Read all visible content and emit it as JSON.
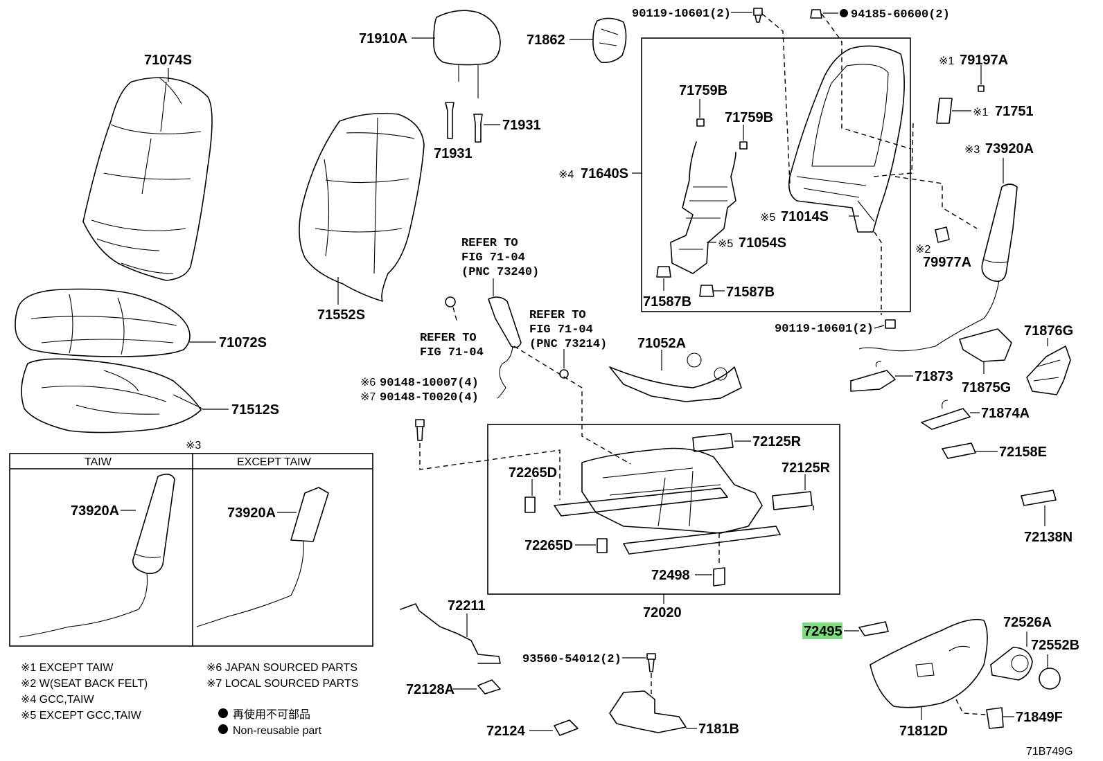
{
  "diagram_id": "71B749G",
  "highlighted_part": "72495",
  "labels": {
    "p71074S": "71074S",
    "p71072S": "71072S",
    "p71512S": "71512S",
    "p71910A": "71910A",
    "p71931a": "71931",
    "p71931b": "71931",
    "p71552S": "71552S",
    "p71862": "71862",
    "p90119a": "90119-10601(2)",
    "p94185": "94185-60600(2)",
    "p71759Ba": "71759B",
    "p71759Bb": "71759B",
    "p71640S": "71640S",
    "p71054S": "71054S",
    "p71587Ba": "71587B",
    "p71587Bb": "71587B",
    "p71014S": "71014S",
    "p79197A": "79197A",
    "p71751": "71751",
    "p73920A": "73920A",
    "p79977A": "79977A",
    "p90119b": "90119-10601(2)",
    "p71876G": "71876G",
    "p71873": "71873",
    "p71875G": "71875G",
    "p71874A": "71874A",
    "p72158E": "72158E",
    "p72138N": "72138N",
    "p71052A": "71052A",
    "p72125Ra": "72125R",
    "p72125Rb": "72125R",
    "p72265Da": "72265D",
    "p72265Db": "72265D",
    "p72498": "72498",
    "p72020": "72020",
    "p90148a": "90148-10007(4)",
    "p90148b": "90148-T0020(4)",
    "p72211": "72211",
    "p72128A": "72128A",
    "p72124": "72124",
    "p93560": "93560-54012(2)",
    "p7181B": "7181B",
    "p72495": "72495",
    "p72526A": "72526A",
    "p72552B": "72552B",
    "p71812D": "71812D",
    "p71849F": "71849F",
    "p73920A_taiw": "73920A",
    "p73920A_exc": "73920A"
  },
  "marks": {
    "m1": "※1",
    "m1b": "※1",
    "m2": "※2",
    "m3": "※3",
    "m3t": "※3",
    "m4": "※4",
    "m5a": "※5",
    "m5b": "※5",
    "m6": "※6",
    "m7": "※7"
  },
  "refer": {
    "r1_l1": "REFER TO",
    "r1_l2": "FIG 71-04",
    "r1_l3": "(PNC 73240)",
    "r2_l1": "REFER TO",
    "r2_l2": "FIG 71-04",
    "r3_l1": "REFER TO",
    "r3_l2": "FIG 71-04",
    "r3_l3": "(PNC 73214)"
  },
  "table": {
    "col1": "TAIW",
    "col2": "EXCEPT TAIW"
  },
  "notes": {
    "n1": "※1 EXCEPT TAIW",
    "n2": "※2 W(SEAT BACK FELT)",
    "n4": "※4 GCC,TAIW",
    "n5": "※5 EXCEPT GCC,TAIW",
    "n6": "※6 JAPAN SOURCED PARTS",
    "n7": "※7 LOCAL SOURCED PARTS",
    "legend_jp": "再使用不可部品",
    "legend_en": "Non-reusable part"
  }
}
